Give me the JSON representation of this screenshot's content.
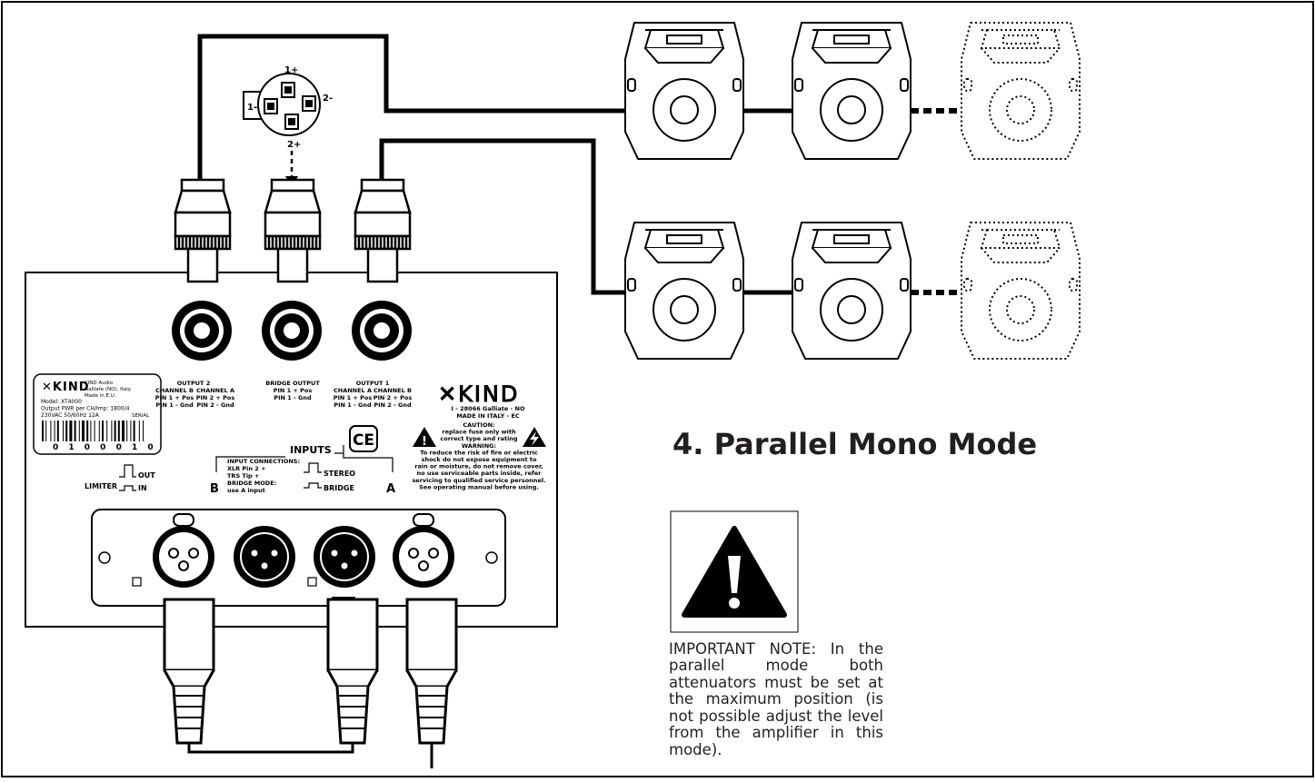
{
  "title": "4. Parallel Mono Mode",
  "important_note": "IMPORTANT NOTE: In the parallel mode both attenuators must be set at the maximum position (is not possible adjust the level from the amplifier in this mode).",
  "connector_pins": {
    "p1plus": "1+",
    "p1minus": "1-",
    "p2plus": "2+",
    "p2minus": "2-"
  },
  "label_plate": {
    "brand": "KIND",
    "company": [
      "KIND Audio",
      "Galliate (NO), Italy",
      "Made in E.U."
    ],
    "specs": [
      "Model: XT4000",
      "Output PWR per CH/Imp: 1800/4",
      "230VAC 50/60Hz 12A"
    ],
    "serial_label": "SERIAL",
    "barcode_number": "0 1 0 0 0 1 0"
  },
  "outputs": {
    "output2": {
      "title": "OUTPUT 2",
      "col1": [
        "CHANNEL B",
        "PIN 1 + Pos",
        "PIN 1 - Gnd"
      ],
      "col2": [
        "CHANNEL A",
        "PIN 2 + Pos",
        "PIN 2 - Gnd"
      ]
    },
    "bridge": {
      "title": "BRIDGE OUTPUT",
      "lines": [
        "PIN 1 + Pos",
        "PIN 1 - Gnd"
      ]
    },
    "output1": {
      "title": "OUTPUT 1",
      "col1": [
        "CHANNEL A",
        "PIN 1 + Pos",
        "PIN 1 - Gnd"
      ],
      "col2": [
        "CHANNEL B",
        "PIN 2 + Pos",
        "PIN 2 - Gnd"
      ]
    }
  },
  "maker": {
    "brand": "KIND",
    "address": "I - 28066 Galliate - NO",
    "made": "MADE IN ITALY - EC"
  },
  "caution": [
    "CAUTION:",
    "replace fuse only with",
    "correct type and rating",
    "WARNING:",
    "To reduce the risk of fire or electric",
    "shock do not expose equipment to",
    "rain  or moisture, do not remove cover,",
    "no use serviceable parts inside, refer",
    "servicing to qualified service personnel.",
    "See operating manual before using."
  ],
  "ce_mark": "CE",
  "inputs": {
    "heading": "INPUTS",
    "connections": [
      "INPUT CONNECTIONS:",
      "XLR Pin 2 +",
      "TRS Tip +",
      "BRIDGE MODE:",
      "use A input"
    ],
    "b": "B",
    "a": "A",
    "stereo": "STEREO",
    "bridge": "BRIDGE"
  },
  "limiter": {
    "label": "LIMITER",
    "out": "OUT",
    "in": "IN"
  },
  "icons": {
    "warning": "warning-icon",
    "hazard": "high-voltage-icon",
    "caution": "exclamation-triangle-icon"
  }
}
